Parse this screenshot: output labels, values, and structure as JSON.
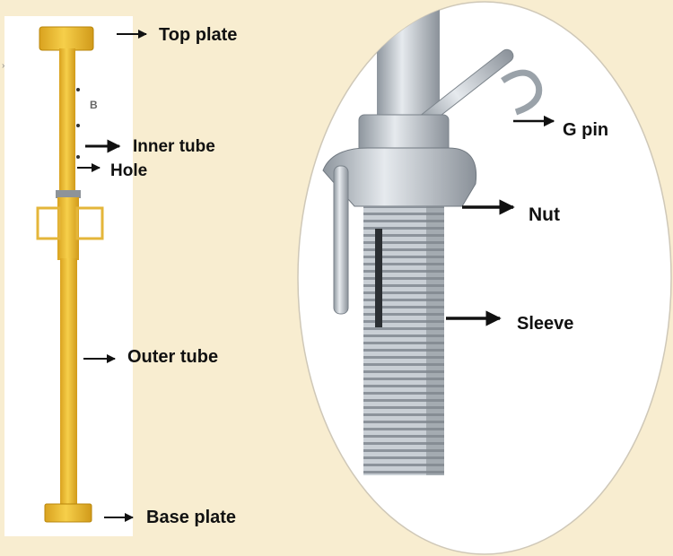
{
  "labels": {
    "top_plate": "Top plate",
    "letter_b": "B",
    "inner_tube": "Inner tube",
    "hole": "Hole",
    "outer_tube": "Outer tube",
    "base_plate": "Base plate",
    "g_pin": "G pin",
    "nut": "Nut",
    "sleeve": "Sleeve"
  },
  "colors": {
    "background": "#f8edd0",
    "prop_yellow": "#f0c23a",
    "steel": "#b9c0c7",
    "arrow": "#111111"
  }
}
